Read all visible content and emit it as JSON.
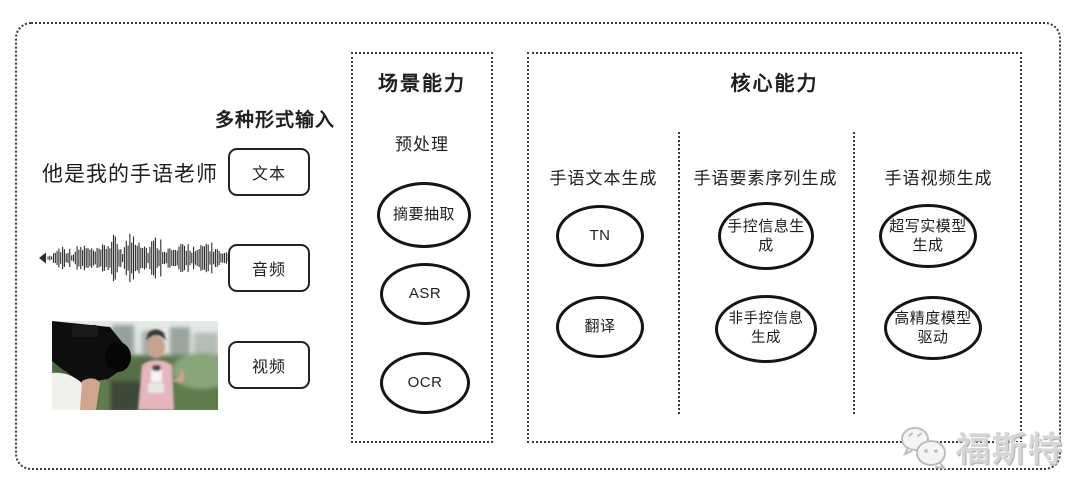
{
  "input_section": {
    "heading": "多种形式输入",
    "text_sample": "他是我的手语老师",
    "items": [
      {
        "label": "文本"
      },
      {
        "label": "音频"
      },
      {
        "label": "视频"
      }
    ]
  },
  "scene_box": {
    "title": "场景能力",
    "subtitle": "预处理",
    "nodes": [
      "摘要抽取",
      "ASR",
      "OCR"
    ]
  },
  "core_box": {
    "title": "核心能力",
    "columns": [
      {
        "header": "手语文本生成",
        "nodes": [
          "TN",
          "翻译"
        ]
      },
      {
        "header": "手语要素序列生成",
        "nodes": [
          "手控信息生成",
          "非手控信息生成"
        ]
      },
      {
        "header": "手语视频生成",
        "nodes": [
          "超写实模型生成",
          "高精度模型驱动"
        ]
      }
    ]
  },
  "watermark": {
    "label": "福斯特",
    "icon": "wechat-icon"
  },
  "colors": {
    "line": "#1f1f1f",
    "background": "#ffffff",
    "watermark_gray": "#d6d6d6"
  }
}
